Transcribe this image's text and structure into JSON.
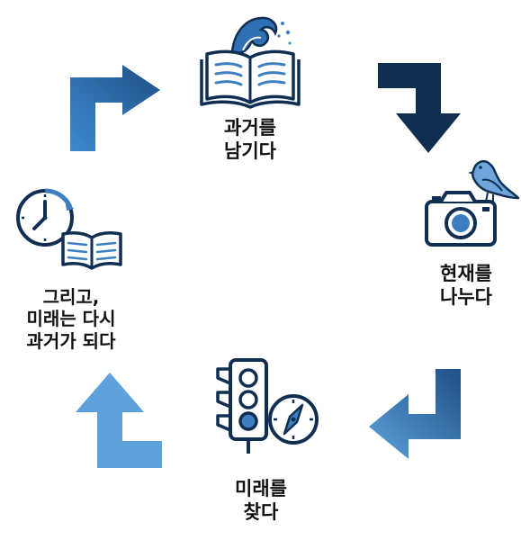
{
  "diagram": {
    "type": "cycle",
    "colors": {
      "navy": "#0f2e52",
      "blue": "#3d7fc1",
      "light_blue": "#5ea2db",
      "text": "#111111"
    },
    "nodes": [
      {
        "id": "past",
        "icon": "book-with-wave-icon",
        "label_lines": [
          "과거를",
          "남기다"
        ]
      },
      {
        "id": "present",
        "icon": "camera-with-bird-icon",
        "label_lines": [
          "현재를",
          "나누다"
        ]
      },
      {
        "id": "future",
        "icon": "traffic-light-and-compass-icon",
        "label_lines": [
          "미래를",
          "찾다"
        ]
      },
      {
        "id": "again",
        "icon": "clock-and-book-icon",
        "label_lines": [
          "그리고,",
          "미래는 다시",
          "과거가 되다"
        ]
      }
    ],
    "arrows": [
      {
        "from": "past",
        "to": "present",
        "color": "navy"
      },
      {
        "from": "present",
        "to": "future",
        "color": "blue"
      },
      {
        "from": "future",
        "to": "again",
        "color": "light_blue"
      },
      {
        "from": "again",
        "to": "past",
        "color": "blue"
      }
    ]
  }
}
